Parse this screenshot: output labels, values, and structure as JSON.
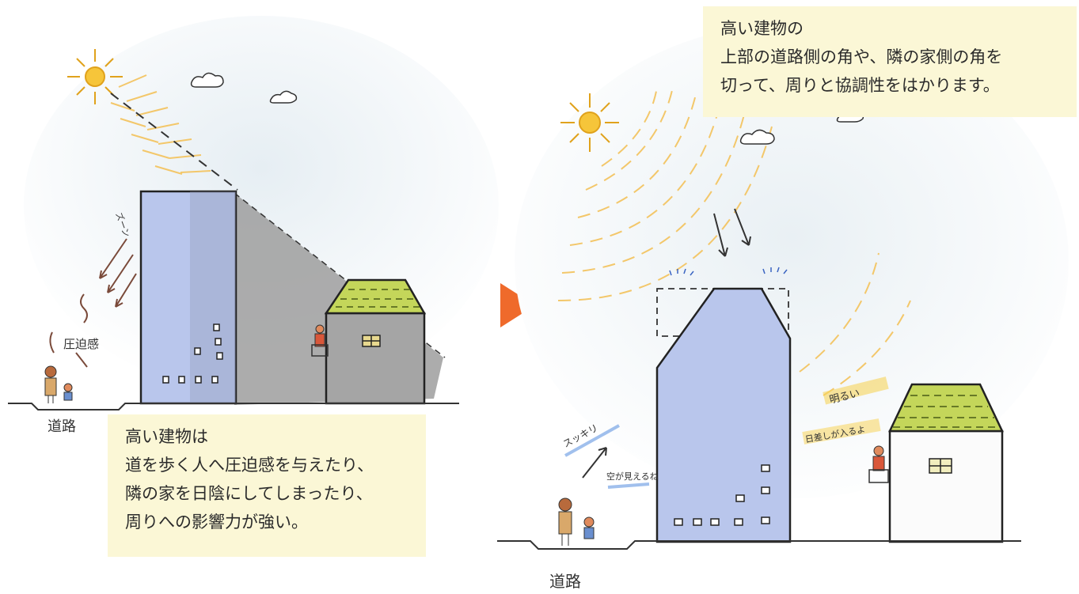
{
  "left_panel": {
    "caption": {
      "line1": "高い建物は",
      "line2": "道を歩く人へ圧迫感を与えたり、",
      "line3": "隣の家を日陰にしてしまったり、",
      "line4": "周りへの影響力が強い。"
    },
    "labels": {
      "road": "道路",
      "pressure": "圧迫感",
      "zun": "ズーン"
    }
  },
  "right_panel": {
    "caption": {
      "line1": "高い建物の",
      "line2": "上部の道路側の角や、隣の家側の角を",
      "line3": "切って、周りと協調性をはかります。"
    },
    "labels": {
      "road": "道路",
      "refreshing": "スッキリ",
      "sky_visible": "空が見えるね",
      "bright": "明るい",
      "sunlight_enters": "日差しが入るよ"
    }
  },
  "colors": {
    "building_blue": "#b9c6ec",
    "roof_green": "#c4d65a",
    "shadow_gray": "#9d9d9d",
    "sun_yellow": "#f6c53a",
    "arrow_orange": "#ef6a2b",
    "caption_bg": "#fbf7d6"
  },
  "icons": [
    "sun-icon",
    "cloud-icon",
    "next-arrow-icon"
  ]
}
